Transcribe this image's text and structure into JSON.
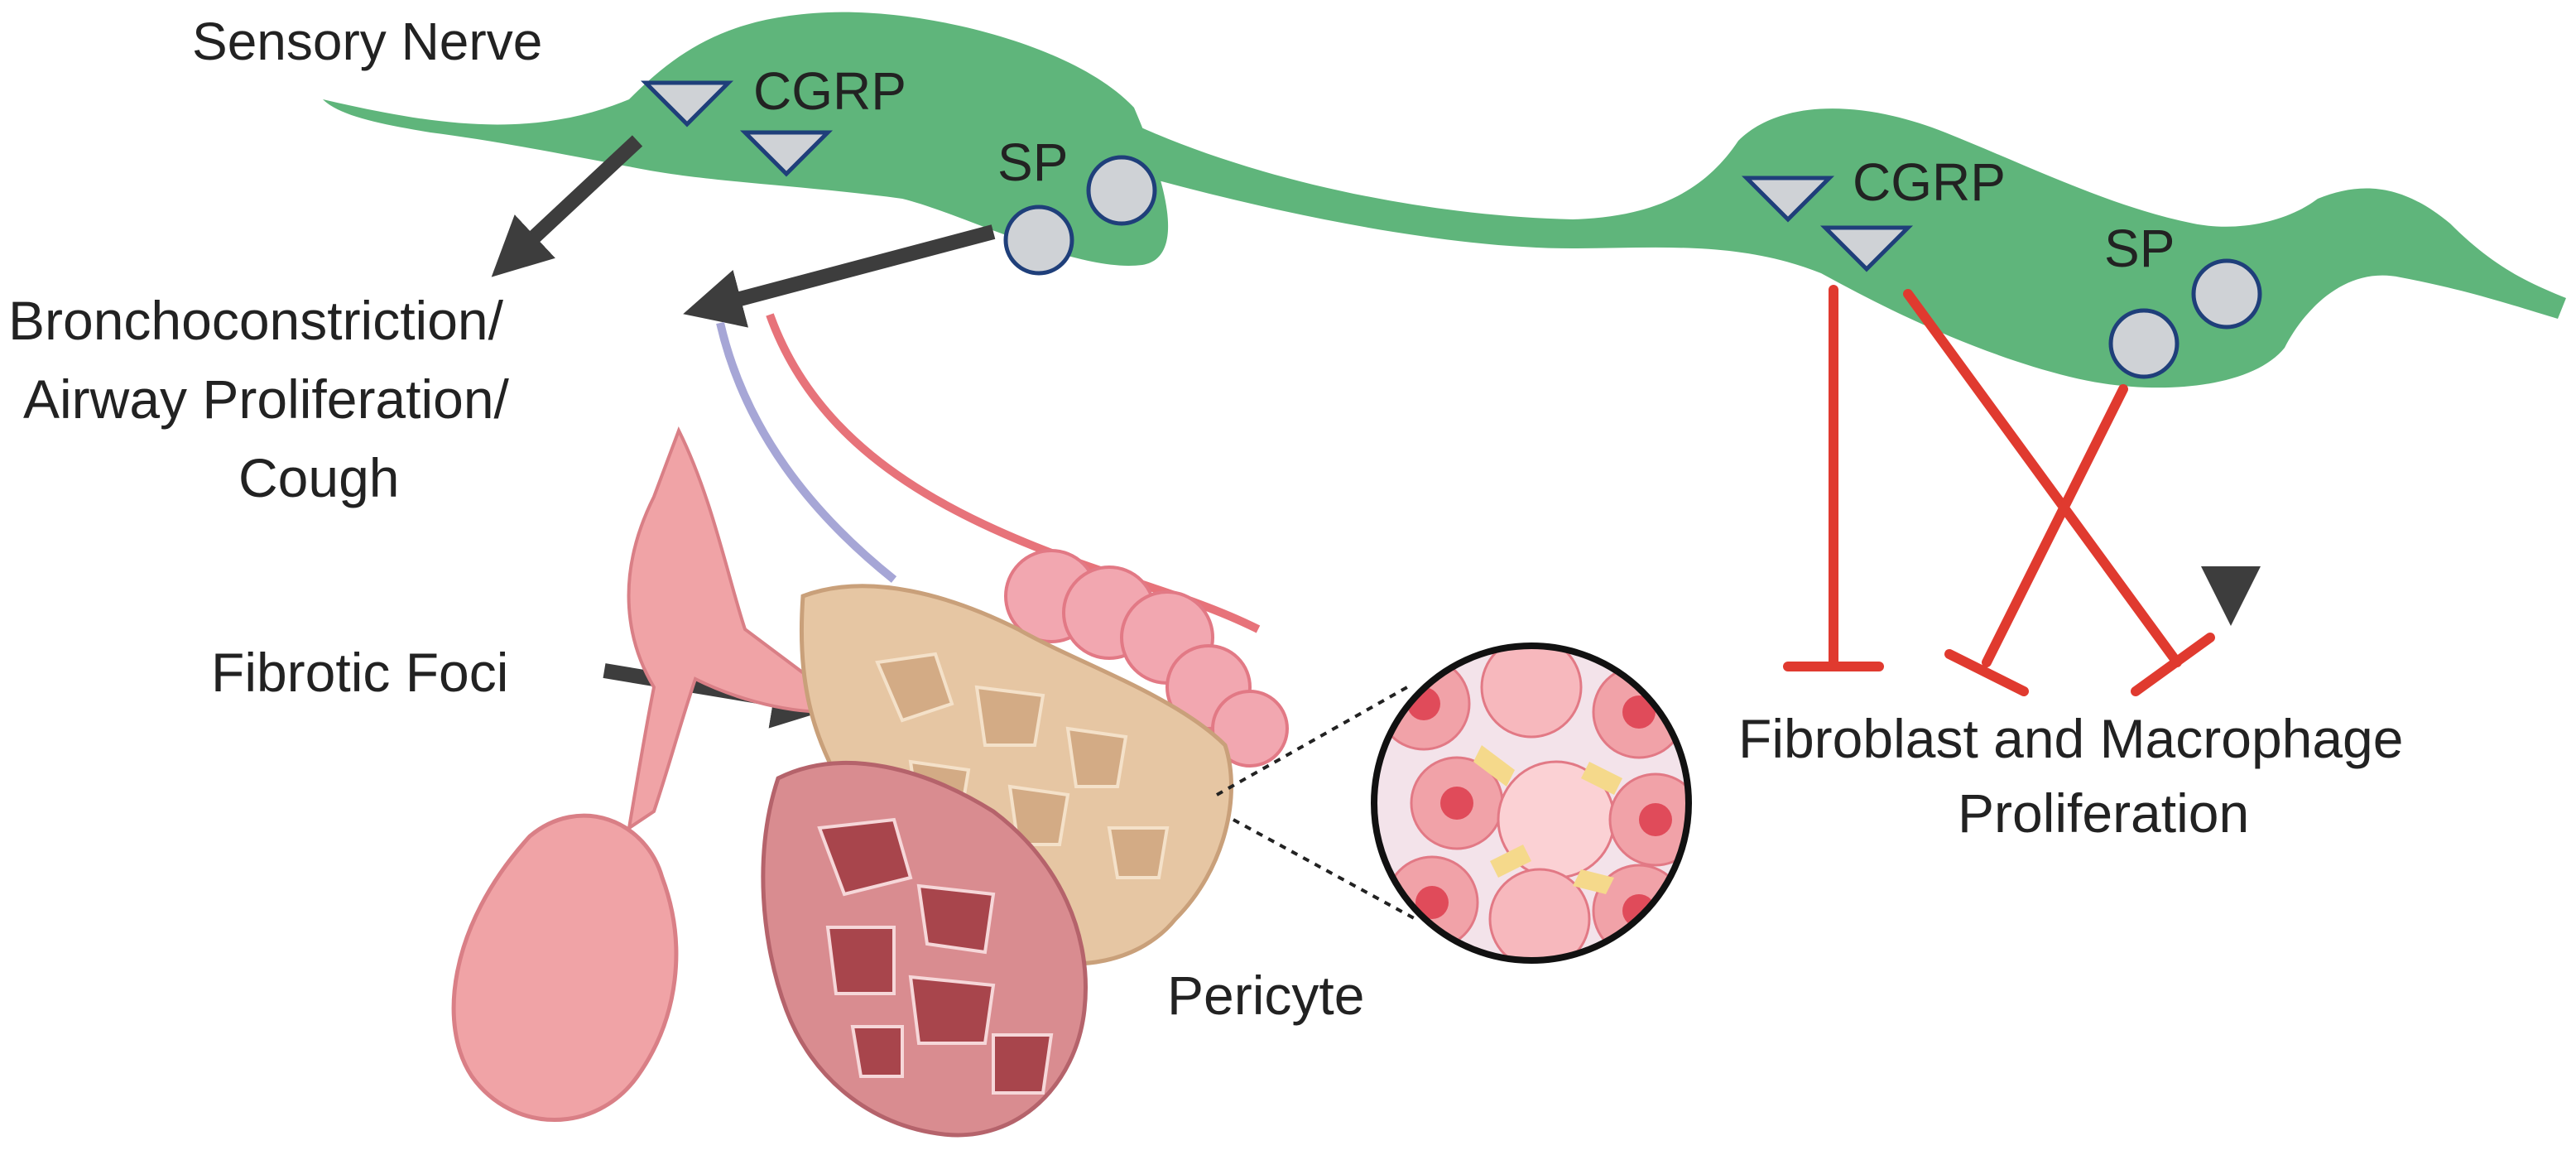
{
  "labels": {
    "sensory_nerve": "Sensory Nerve",
    "cgrp_left": "CGRP",
    "sp_left": "SP",
    "cgrp_right": "CGRP",
    "sp_right": "SP",
    "effect_left_line1": "Bronchoconstriction/",
    "effect_left_line2": "Airway Proliferation/",
    "effect_left_line3": "Cough",
    "fibrotic_foci": "Fibrotic Foci",
    "pericyte": "Pericyte",
    "effect_right_line1": "Fibroblast and Macrophage",
    "effect_right_line2": "Proliferation"
  },
  "colors": {
    "nerve": "#5fb57b",
    "neuropeptide_fill": "#cfd2d6",
    "neuropeptide_stroke": "#1f3f7a",
    "stimulate_arrow": "#3d3d3d",
    "inhibit_line": "#e03a2f",
    "alveoli": "#f0a3a6",
    "fibrotic_tissue": "#e6c6a3",
    "damaged_alveoli": "#a8454c"
  },
  "icons": [
    "neuropeptide-triangle-icon",
    "neuropeptide-circle-icon",
    "lung-alveoli-icon",
    "cell-magnified-icon"
  ]
}
